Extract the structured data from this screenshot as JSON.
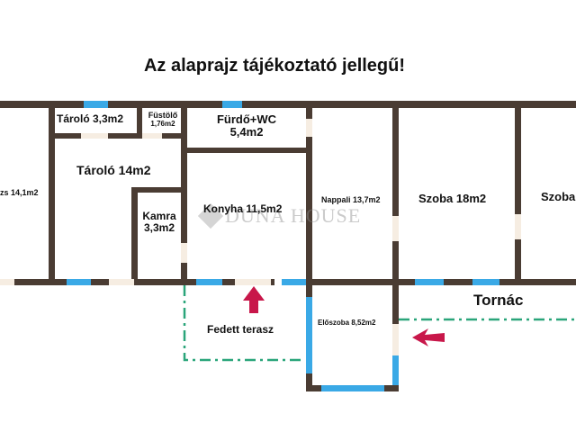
{
  "title": "Az alaprajz tájékoztató jellegű!",
  "watermark": "DUNA HOUSE",
  "colors": {
    "wall": "#4a3c33",
    "window": "#3aa9e6",
    "door": "#f6ede2",
    "terrace": "#2aa57a",
    "arrow": "#c8174a"
  },
  "rooms": {
    "left_room": "zs 14,1m2",
    "taroló_small": "Tároló 3,3m2",
    "fustolo_name": "Füstölő",
    "fustolo_area": "1,76m2",
    "furdo_name": "Fürdő+WC",
    "furdo_area": "5,4m2",
    "tarolo_big": "Tároló 14m2",
    "kamra_name": "Kamra",
    "kamra_area": "3,3m2",
    "konyha": "Konyha 11,5m2",
    "nappali": "Nappali 13,7m2",
    "szoba1": "Szoba 18m2",
    "szoba2": "Szoba",
    "eloszoba": "Előszoba 8,52m2",
    "terasz": "Fedett terasz",
    "tornac": "Tornác"
  }
}
